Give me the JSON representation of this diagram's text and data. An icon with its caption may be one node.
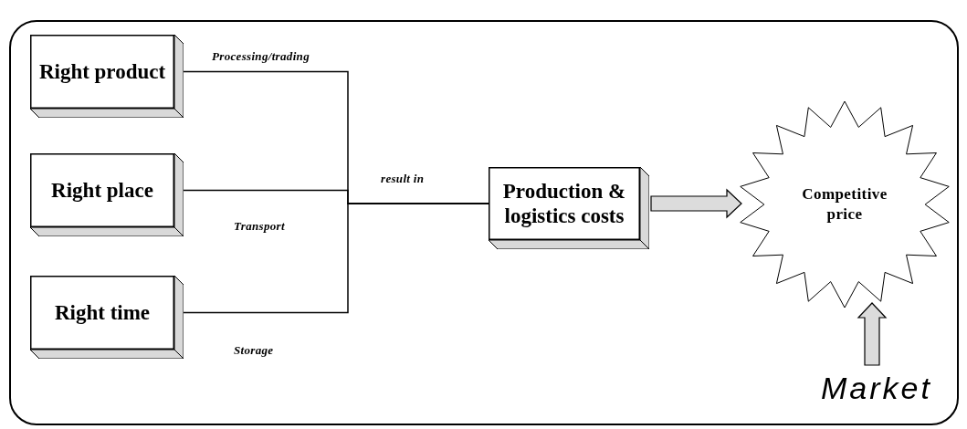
{
  "diagram": {
    "nodes": [
      {
        "text": [
          "Right product"
        ]
      },
      {
        "text": [
          "Right place"
        ]
      },
      {
        "text": [
          "Right time"
        ]
      },
      {
        "text": [
          "Production & logistics costs"
        ]
      },
      {
        "text": [
          "Competitive price"
        ]
      },
      {
        "text": [
          "Market"
        ]
      }
    ],
    "edges": [
      {
        "from": 0,
        "to": 3,
        "arrow": "none",
        "label": "Processing/trading"
      },
      {
        "from": 1,
        "to": 3,
        "arrow": "none",
        "label": "Transport"
      },
      {
        "from": 2,
        "to": 3,
        "arrow": "none",
        "label": "Storage"
      },
      {
        "from": 3,
        "to": 4,
        "arrow": "to",
        "style": "thick"
      },
      {
        "from": 5,
        "to": 4,
        "arrow": "to",
        "style": "thick"
      }
    ],
    "labels": [
      "result in"
    ]
  }
}
